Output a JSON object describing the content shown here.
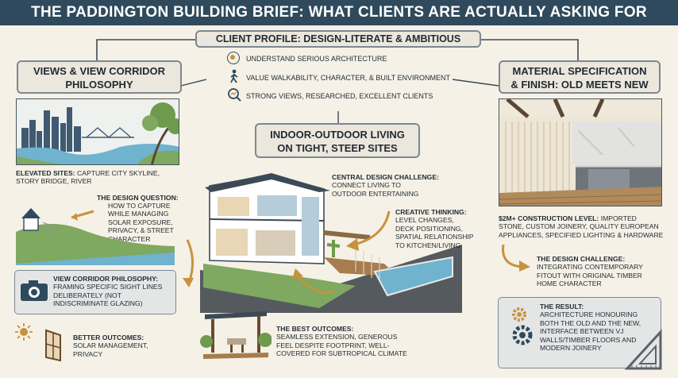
{
  "title": "THE PADDINGTON BUILDING BRIEF: WHAT CLIENTS ARE ACTUALLY ASKING FOR",
  "profile": {
    "heading": "CLIENT PROFILE: DESIGN-LITERATE & AMBITIOUS",
    "items": [
      {
        "icon": "brain-icon",
        "text": "UNDERSTAND SERIOUS ARCHITECTURE"
      },
      {
        "icon": "walking-person-icon",
        "text": "VALUE WALKABILITY, CHARACTER, & BUILT ENVIRONMENT"
      },
      {
        "icon": "magnifier-icon",
        "text": "STRONG VIEWS, RESEARCHED, EXCELLENT CLIENTS"
      }
    ]
  },
  "views": {
    "heading_l1": "VIEWS & VIEW CORRIDOR",
    "heading_l2": "PHILOSOPHY",
    "elevated_bold": "ELEVATED SITES:",
    "elevated_l1": "CAPTURE CITY SKYLINE,",
    "elevated_l2": "STORY BRIDGE, RIVER",
    "question_bold": "THE DESIGN QUESTION:",
    "question_lines": [
      "HOW TO CAPTURE",
      "WHILE MANAGING",
      "SOLAR EXPOSURE,",
      "PRIVACY, & STREET",
      "CHARACTER"
    ],
    "corridor_bold": "VIEW CORRIDOR PHILOSOPHY:",
    "corridor_lines": [
      "FRAMING SPECIFIC SIGHT LINES",
      "DELIBERATELY (NOT",
      "INDISCRIMINATE GLAZING)"
    ],
    "better_bold": "BETTER OUTCOMES:",
    "better_lines": [
      "SOLAR MANAGEMENT,",
      "PRIVACY"
    ]
  },
  "indoor": {
    "heading_l1": "INDOOR-OUTDOOR LIVING",
    "heading_l2": "ON TIGHT, STEEP SITES",
    "central_bold": "CENTRAL DESIGN CHALLENGE:",
    "central_lines": [
      "CONNECT LIVING TO",
      "OUTDOOR ENTERTAINING"
    ],
    "creative_bold": "CREATIVE THINKING:",
    "creative_lines": [
      "LEVEL CHANGES,",
      "DECK POSITIONING,",
      "SPATIAL RELATIONSHIP",
      "TO KITCHEN/LIVING"
    ],
    "best_bold": "THE BEST OUTCOMES:",
    "best_lines": [
      "SEAMLESS EXTENSION, GENEROUS",
      "FEEL DESPITE FOOTPRINT, WELL-",
      "COVERED FOR SUBTROPICAL CLIMATE"
    ]
  },
  "material": {
    "heading_l1": "MATERIAL SPECIFICATION",
    "heading_l2": "& FINISH: OLD MEETS NEW",
    "construction_bold": "$2M+ CONSTRUCTION LEVEL:",
    "construction_lines": [
      "IMPORTED",
      "STONE, CUSTOM JOINERY, QUALITY EUROPEAN",
      "APPLIANCES, SPECIFIED LIGHTING & HARDWARE"
    ],
    "challenge_bold": "THE DESIGN CHALLENGE:",
    "challenge_lines": [
      "INTEGRATING CONTEMPORARY",
      "FITOUT WITH ORIGINAL TIMBER",
      "HOME CHARACTER"
    ],
    "result_bold": "THE RESULT:",
    "result_lines": [
      "ARCHITECTURE HONOURING",
      "BOTH THE OLD AND THE NEW,",
      "INTERFACE BETWEEN VJ",
      "WALLS/TIMBER FLOORS AND",
      "MODERN JOINERY"
    ]
  },
  "colors": {
    "banner": "#2f4a5c",
    "accent": "#c7923e",
    "box": "#ece7dc",
    "water": "#6fb3cf"
  }
}
